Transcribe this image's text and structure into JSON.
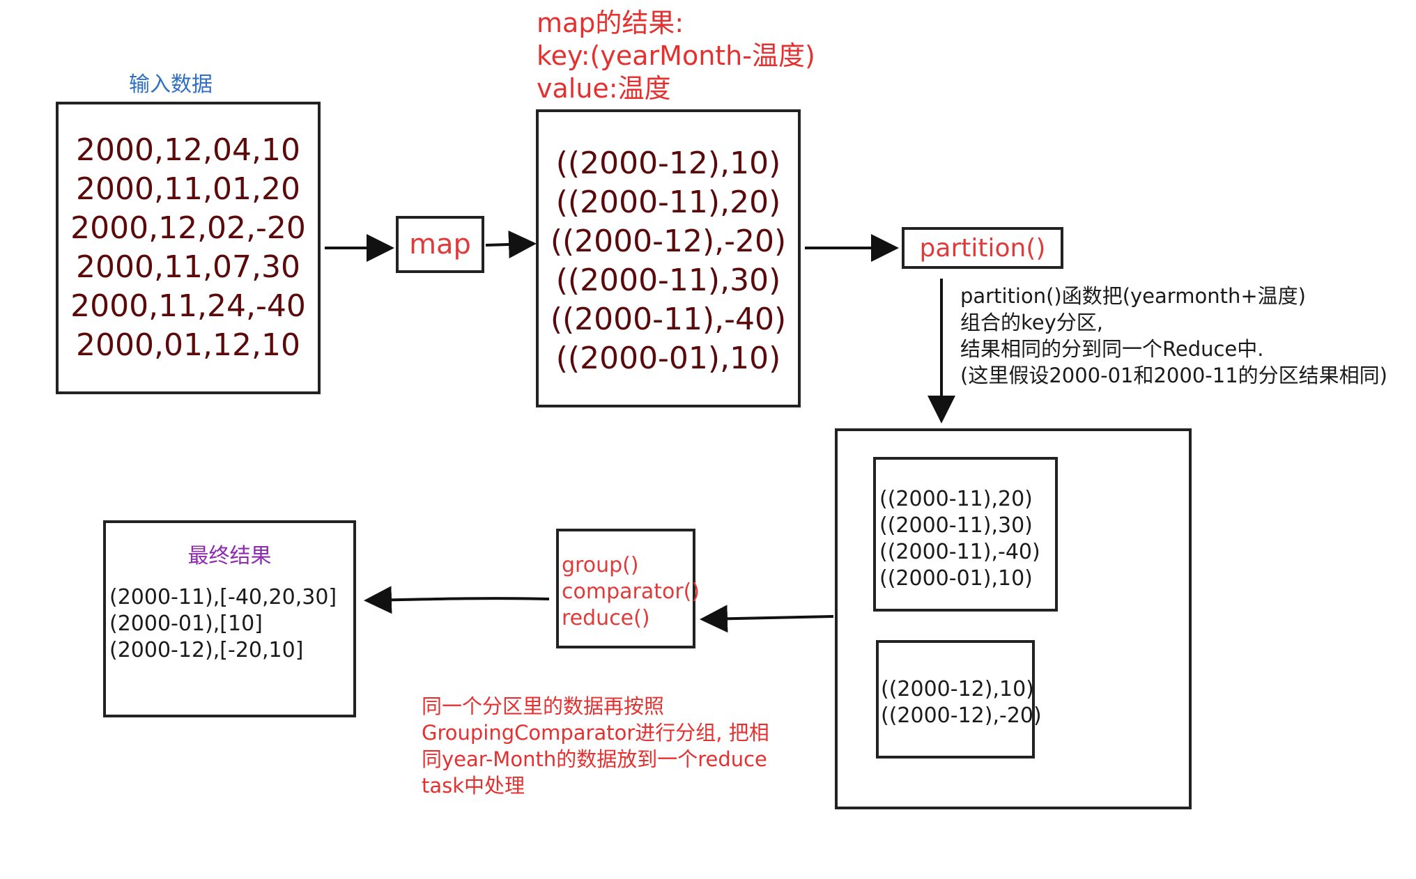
{
  "input": {
    "title": "输入数据",
    "lines": [
      "2000,12,04,10",
      "2000,11,01,20",
      "2000,12,02,-20",
      "2000,11,07,30",
      "2000,11,24,-40",
      "2000,01,12,10"
    ]
  },
  "map_step": {
    "label": "map"
  },
  "map_result": {
    "header": [
      "map的结果:",
      "key:(yearMonth-温度)",
      "value:温度"
    ],
    "lines": [
      "((2000-12),10)",
      "((2000-11),20)",
      "((2000-12),-20)",
      "((2000-11),30)",
      "((2000-11),-40)",
      "((2000-01),10)"
    ]
  },
  "partition_step": {
    "label": "partition()"
  },
  "partition_note": [
    "partition()函数把(yearmonth+温度)",
    "组合的key分区,",
    "结果相同的分到同一个Reduce中.",
    "(这里假设2000-01和2000-11的分区结果相同)"
  ],
  "partitions": [
    {
      "lines": [
        "((2000-11),20)",
        "((2000-11),30)",
        "((2000-11),-40)",
        "((2000-01),10)"
      ]
    },
    {
      "lines": [
        "((2000-12),10)",
        "((2000-12),-20)"
      ]
    }
  ],
  "group_step": {
    "lines": [
      "group()",
      "comparator()",
      "reduce()"
    ]
  },
  "group_note": [
    "同一个分区里的数据再按照",
    "GroupingComparator进行分组, 把相",
    "同year-Month的数据放到一个reduce",
    "task中处理"
  ],
  "final": {
    "title": "最终结果",
    "lines": [
      "(2000-11),[-40,20,30]",
      "(2000-01),[10]",
      "(2000-12),[-20,10]"
    ]
  },
  "colors": {
    "data_text": "#5a0a0a",
    "step_red": "#e03a3a",
    "input_title": "#2f6fc4",
    "final_title": "#8e2bb0",
    "border": "#222222"
  }
}
